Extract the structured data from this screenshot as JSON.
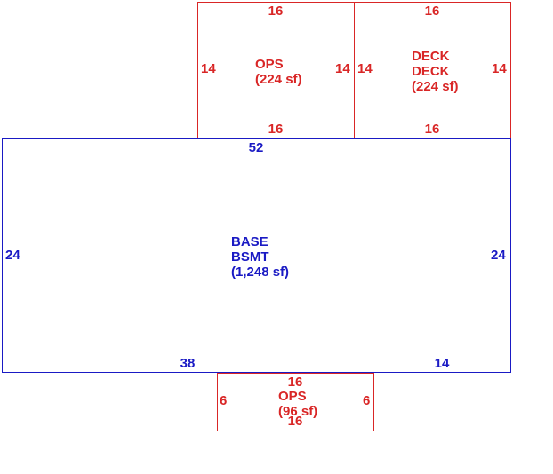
{
  "colors": {
    "red": "#d92626",
    "blue": "#1a1ac4",
    "background": "#ffffff"
  },
  "areas": [
    {
      "id": "ops-upper",
      "lines": [
        "OPS",
        "(224 sf)"
      ],
      "color": "red",
      "dims": {
        "top": "16",
        "bottom": "16",
        "left": "14",
        "right": "14"
      }
    },
    {
      "id": "deck",
      "lines": [
        "DECK",
        "DECK",
        "(224 sf)"
      ],
      "color": "red",
      "dims": {
        "top": "16",
        "bottom": "16",
        "left": "14",
        "right": "14"
      }
    },
    {
      "id": "base",
      "lines": [
        "BASE",
        "BSMT",
        "(1,248 sf)"
      ],
      "color": "blue",
      "dims": {
        "top": "52",
        "bottom_left": "38",
        "bottom_right": "14",
        "left": "24",
        "right": "24"
      }
    },
    {
      "id": "ops-lower",
      "lines": [
        "OPS",
        "(96 sf)"
      ],
      "color": "red",
      "dims": {
        "top": "16",
        "bottom": "16",
        "left": "6",
        "right": "6"
      }
    }
  ]
}
